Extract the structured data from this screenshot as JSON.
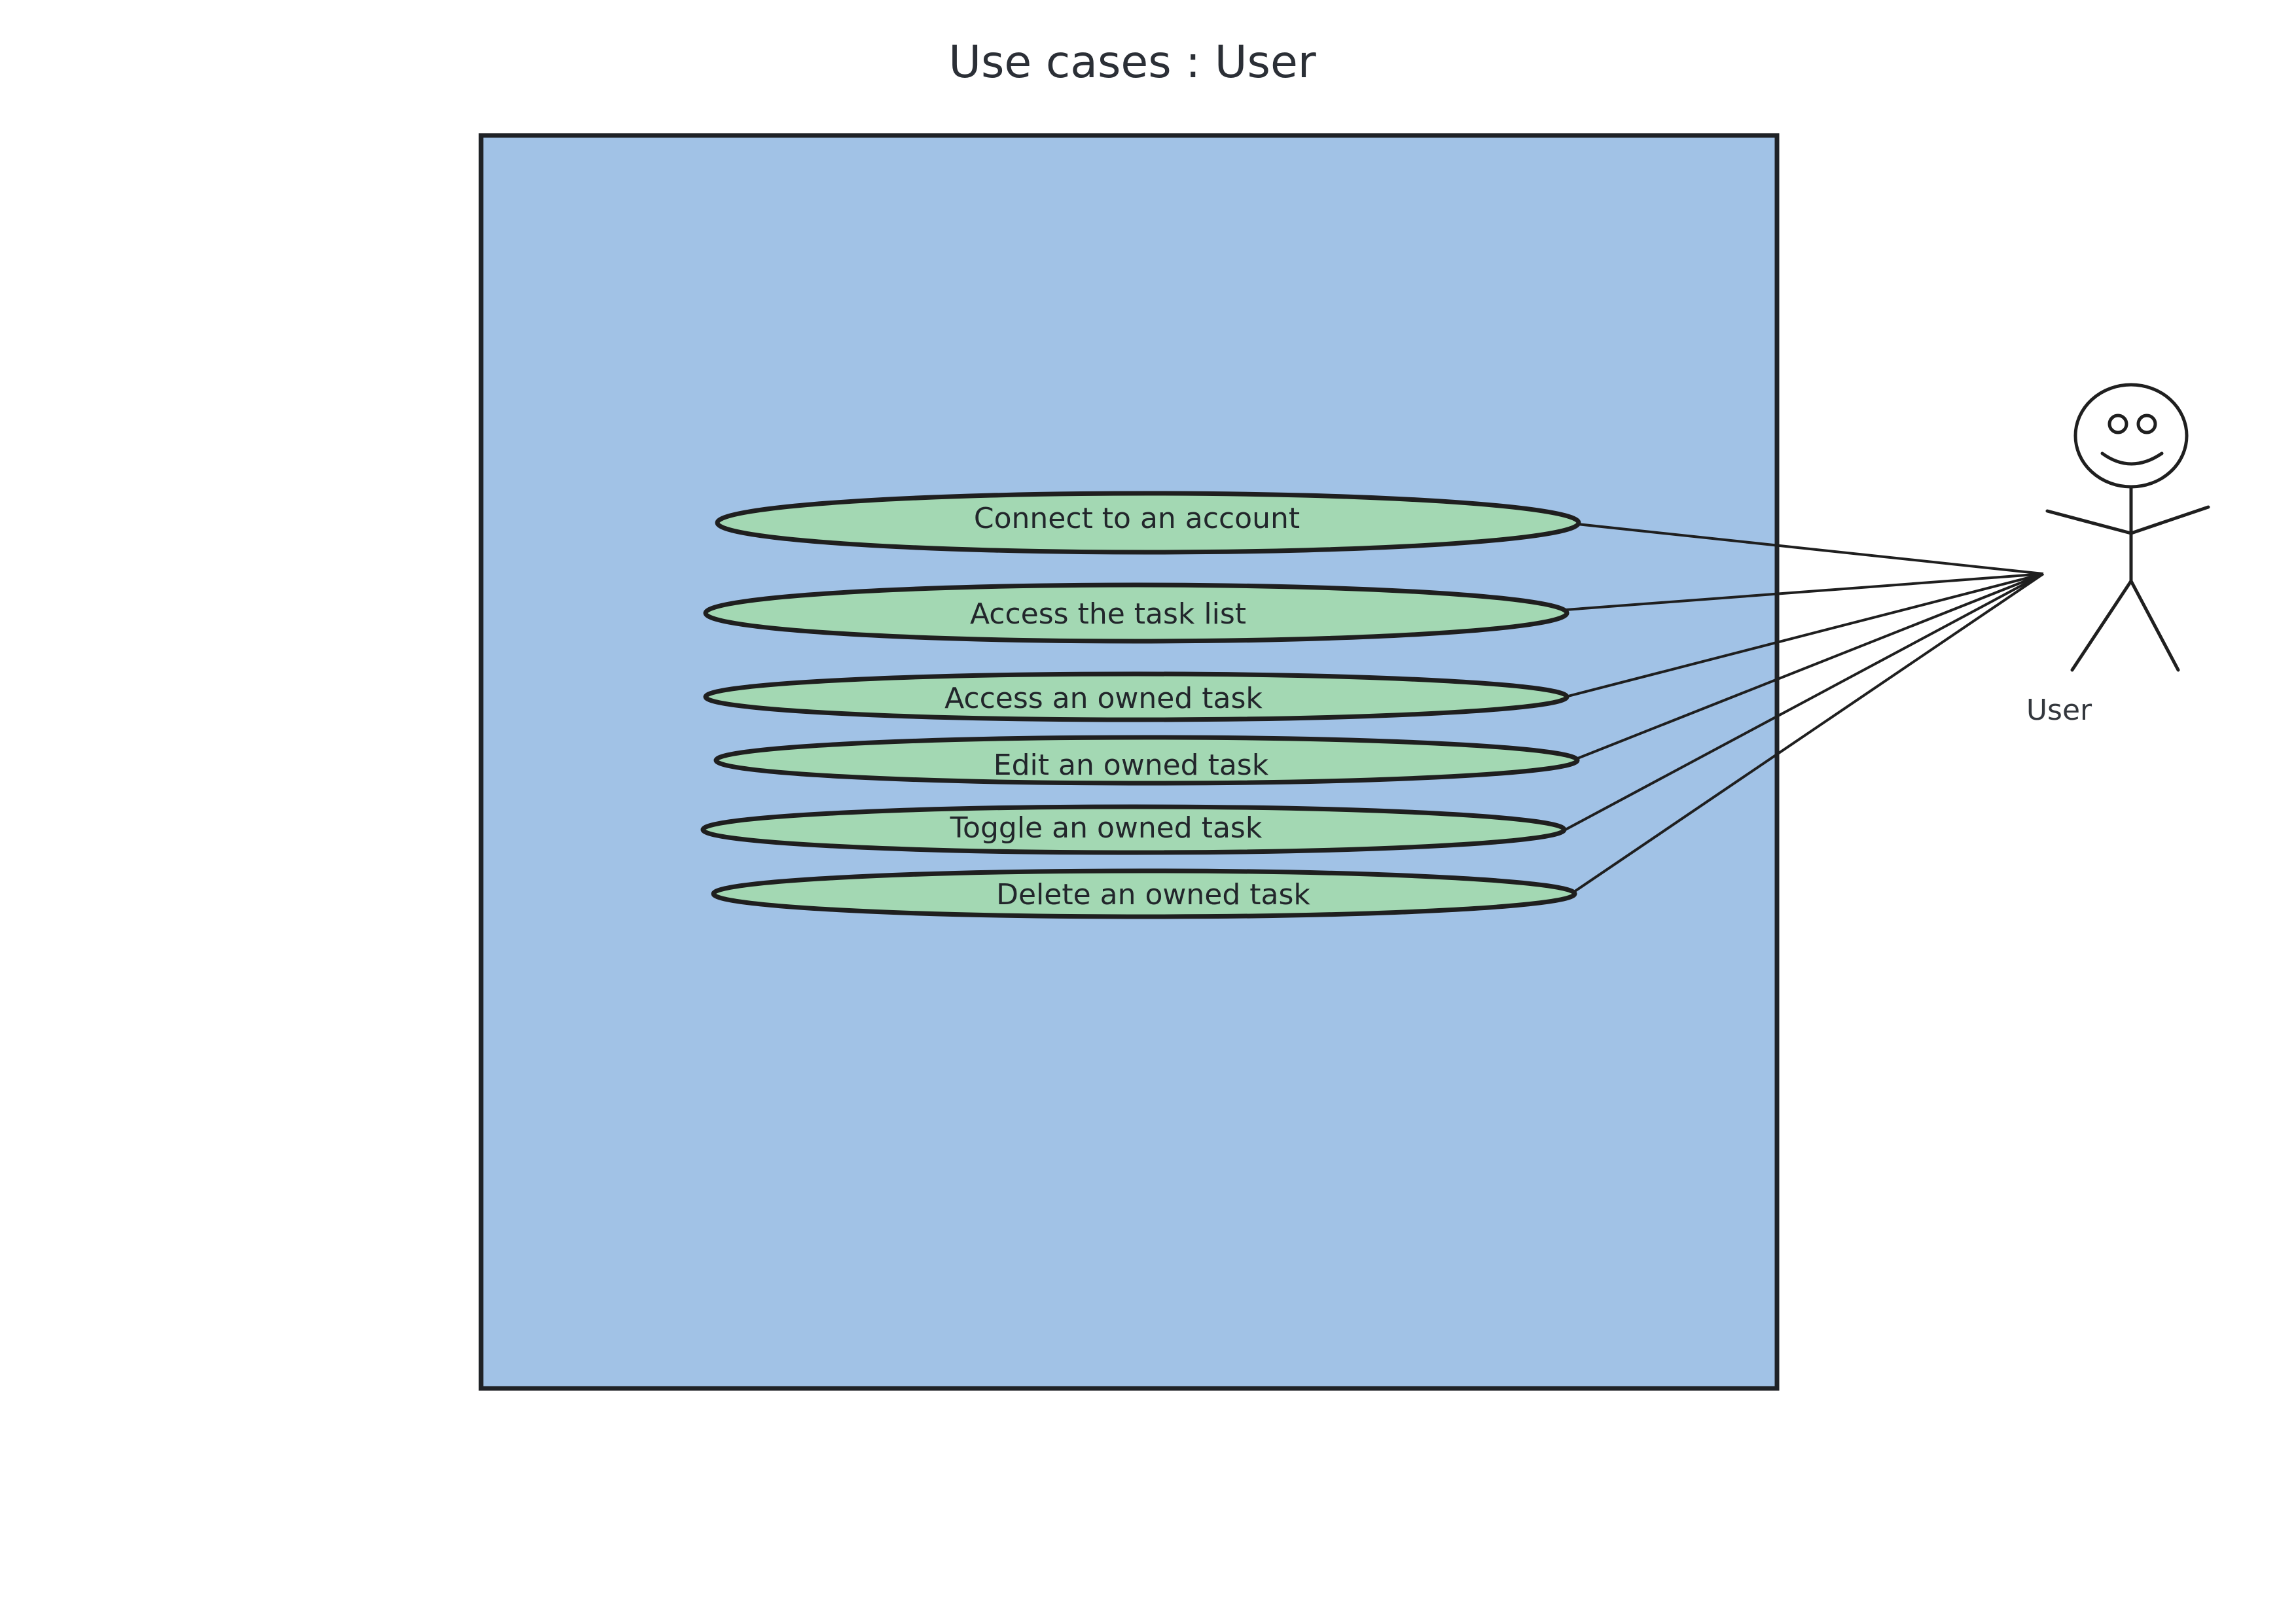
{
  "title": "Use cases : User",
  "colors": {
    "system_fill": "#a1c2e6",
    "system_stroke": "#1f2226",
    "usecase_fill": "#a3d8b3",
    "line": "#1f1f1f"
  },
  "actor": {
    "label": "User",
    "icon": "stick-figure-icon"
  },
  "use_cases": [
    {
      "label": "Connect to an account"
    },
    {
      "label": "Access the task list"
    },
    {
      "label": "Access an owned task"
    },
    {
      "label": "Edit an owned task"
    },
    {
      "label": "Toggle an owned task"
    },
    {
      "label": "Delete an owned task"
    }
  ]
}
